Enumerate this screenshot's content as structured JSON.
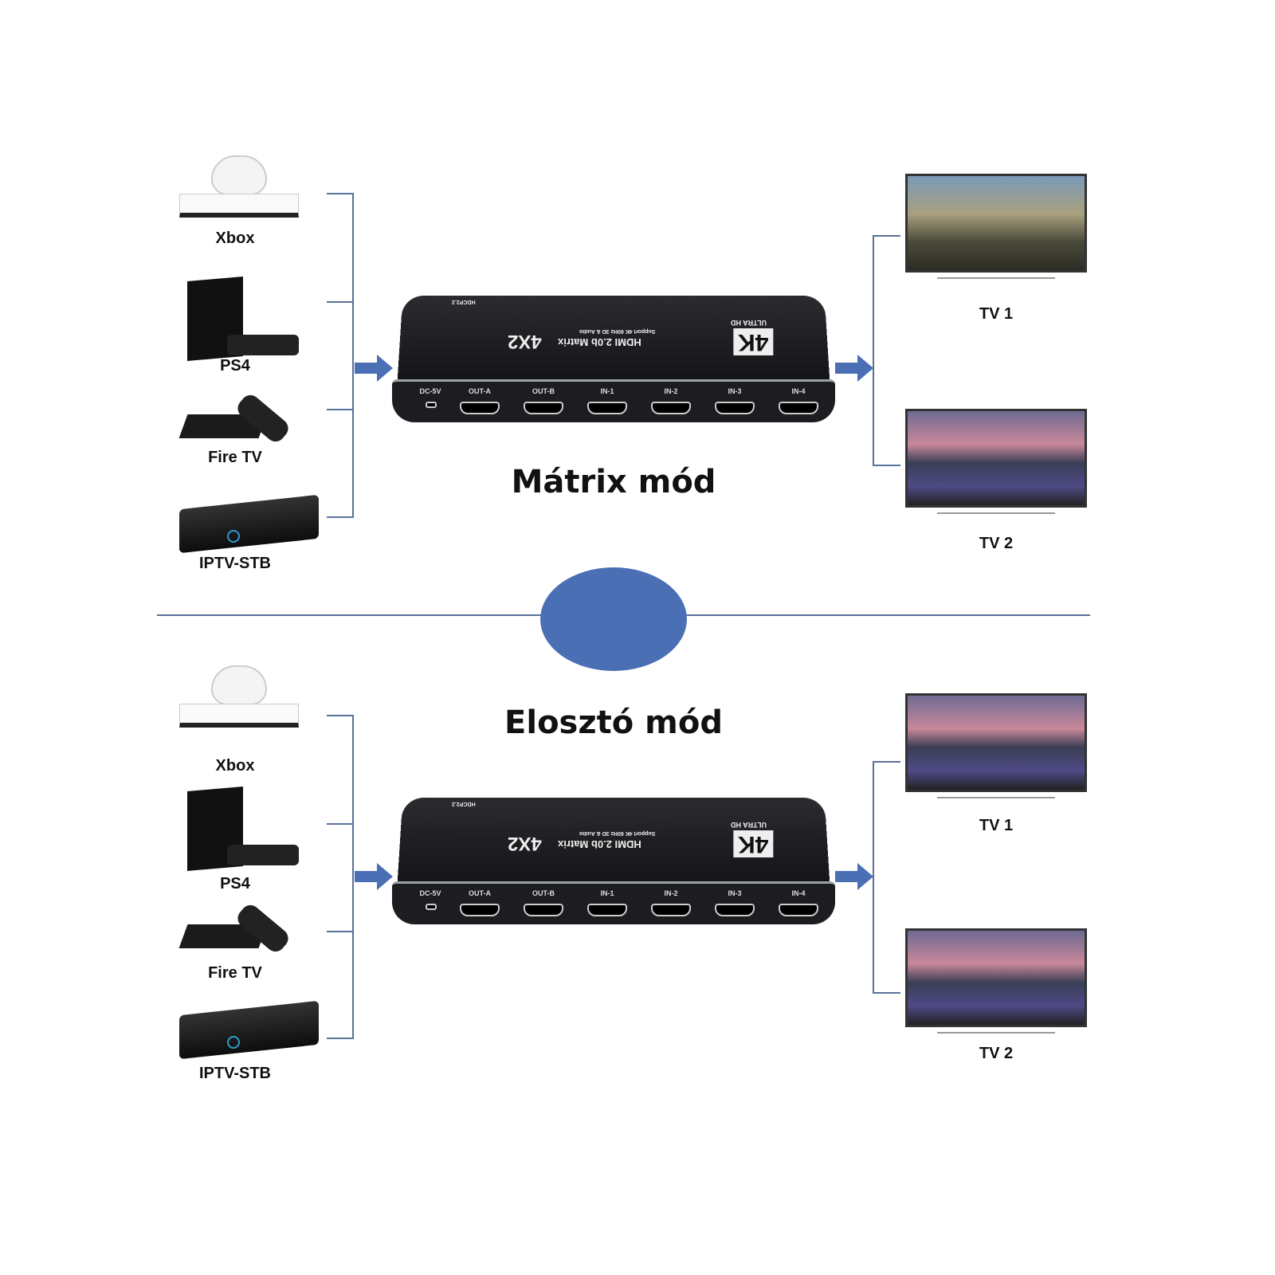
{
  "sections": [
    {
      "title": "Mátrix mód",
      "sources": [
        "Xbox",
        "PS4",
        "Fire  TV",
        "IPTV-STB"
      ],
      "outputs": [
        "TV  1",
        "TV  2"
      ]
    },
    {
      "title": "Elosztó mód",
      "sources": [
        "Xbox",
        "PS4",
        "Fire  TV",
        "IPTV-STB"
      ],
      "outputs": [
        "TV  1",
        "TV  2"
      ]
    }
  ],
  "hub": {
    "ports": [
      "DC-5V",
      "OUT-A",
      "OUT-B",
      "IN-1",
      "IN-2",
      "IN-3",
      "IN-4"
    ],
    "model": "HDMI 2.0b Matrix",
    "ratio": "4X2",
    "support": "Support 4K 60Hz 3D & Audio",
    "badge": "4K",
    "badge_sub": "ULTRA HD",
    "hdcp": "HDCP2.2"
  },
  "colors": {
    "accent": "#4a6fb5",
    "line": "#5a7199"
  }
}
